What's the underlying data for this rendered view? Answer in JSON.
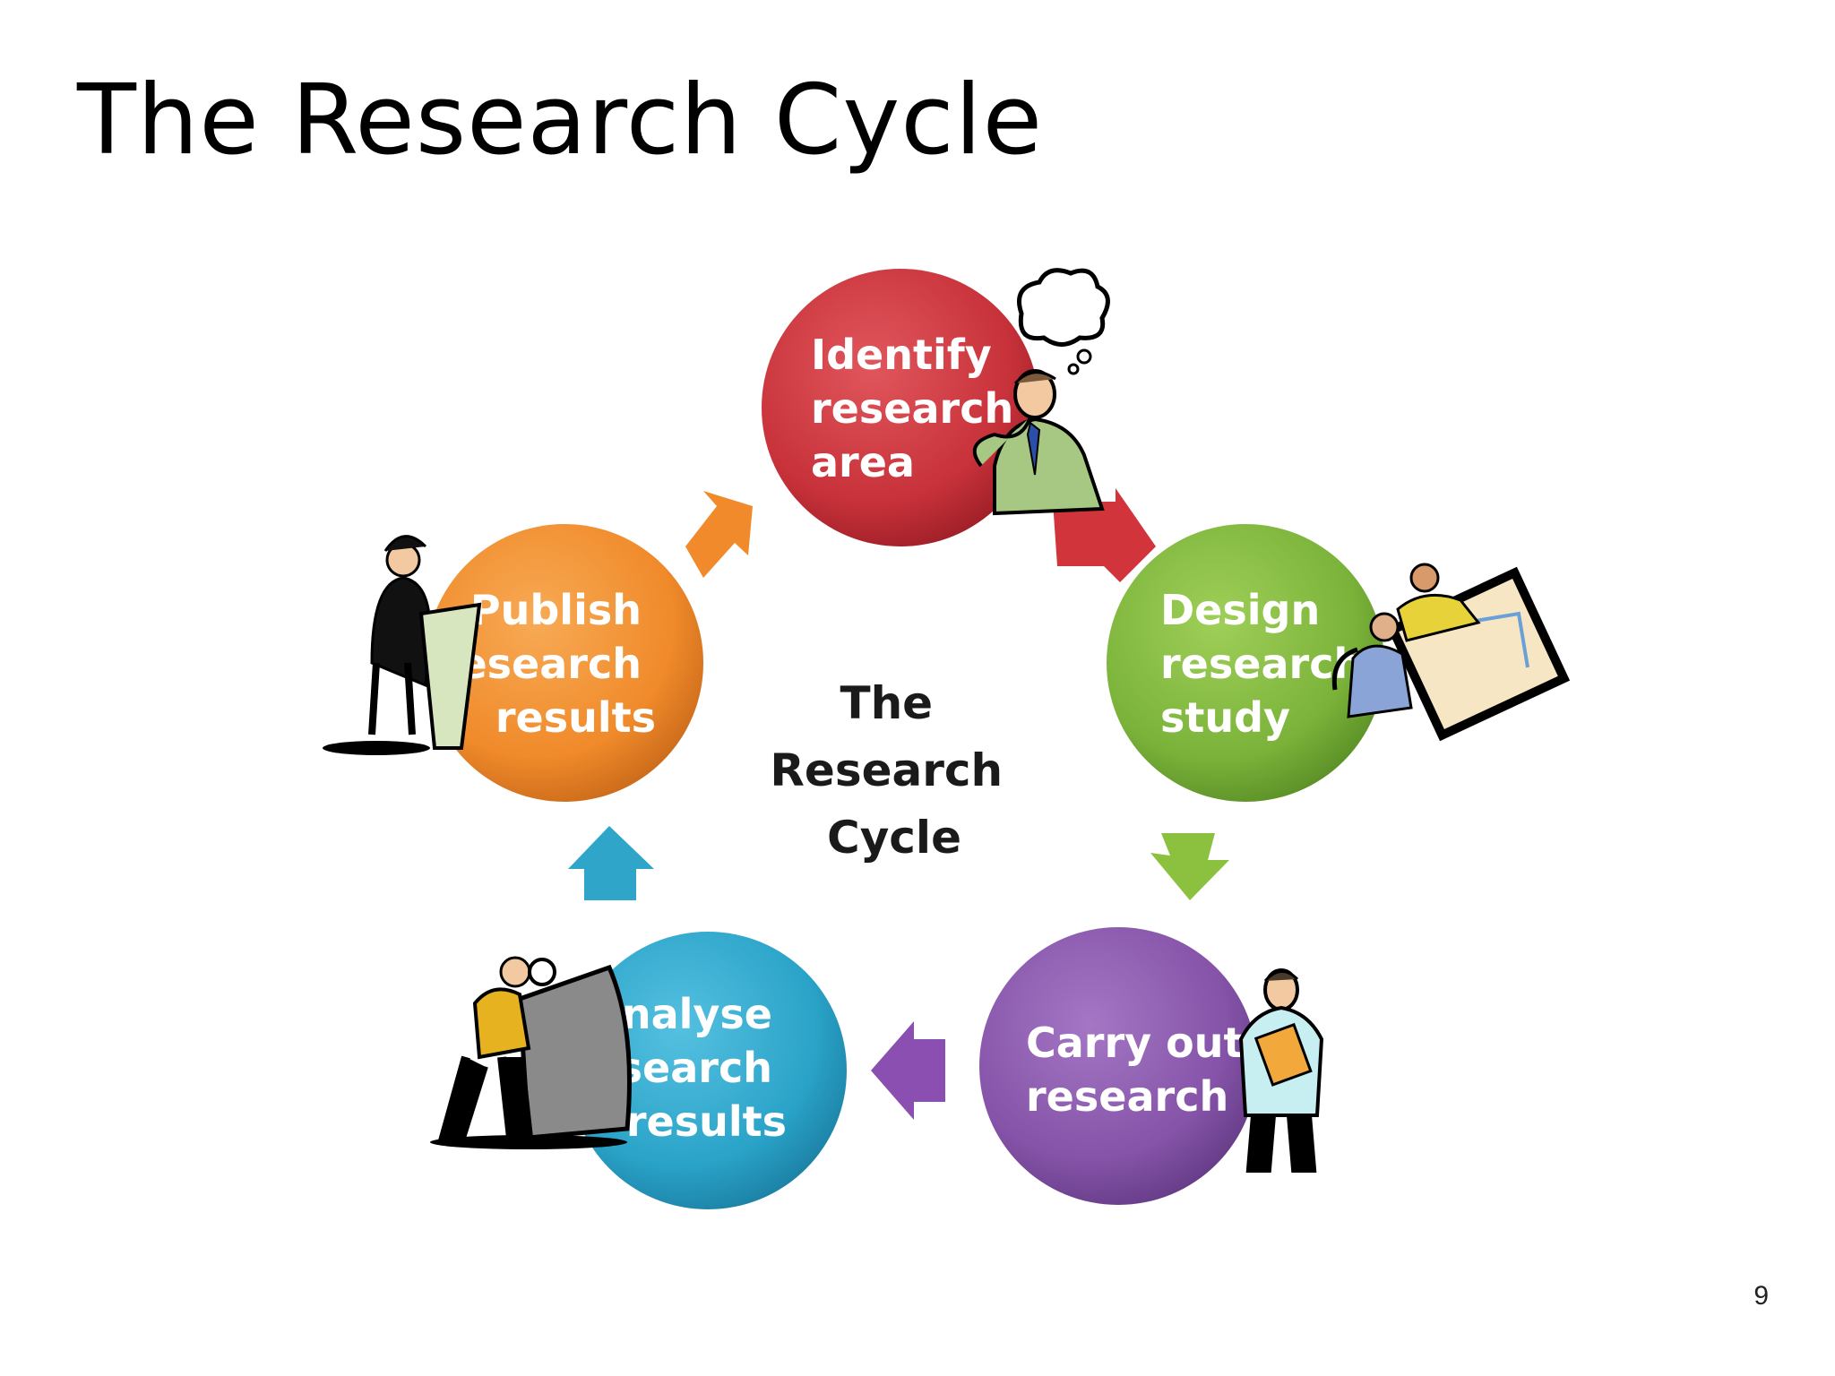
{
  "slide": {
    "title": "The Research Cycle",
    "page_number": "9"
  },
  "diagram": {
    "center_label_lines": [
      "The",
      "Research",
      "Cycle"
    ],
    "stages": [
      {
        "id": "identify",
        "lines": [
          "Identify",
          "research",
          "area"
        ],
        "color": "#c8323a",
        "figure": "thinking-man-icon"
      },
      {
        "id": "design",
        "lines": [
          "Design",
          "research",
          "study"
        ],
        "color": "#7bb33a",
        "figure": "team-planning-icon"
      },
      {
        "id": "carry-out",
        "lines": [
          "Carry out",
          "research"
        ],
        "color": "#8553a8",
        "figure": "scientist-clipboard-icon"
      },
      {
        "id": "analyse",
        "lines": [
          "Analyse",
          "research",
          "results"
        ],
        "color": "#2aa3c8",
        "figure": "analyst-magnifier-icon"
      },
      {
        "id": "publish",
        "lines": [
          "Publish",
          "research",
          "results"
        ],
        "color": "#f08a2a",
        "figure": "speaker-podium-icon"
      }
    ],
    "arrow_colors": [
      "#d2343c",
      "#8cc13f",
      "#8a4fb0",
      "#2fa6c9",
      "#f08a2a"
    ]
  }
}
